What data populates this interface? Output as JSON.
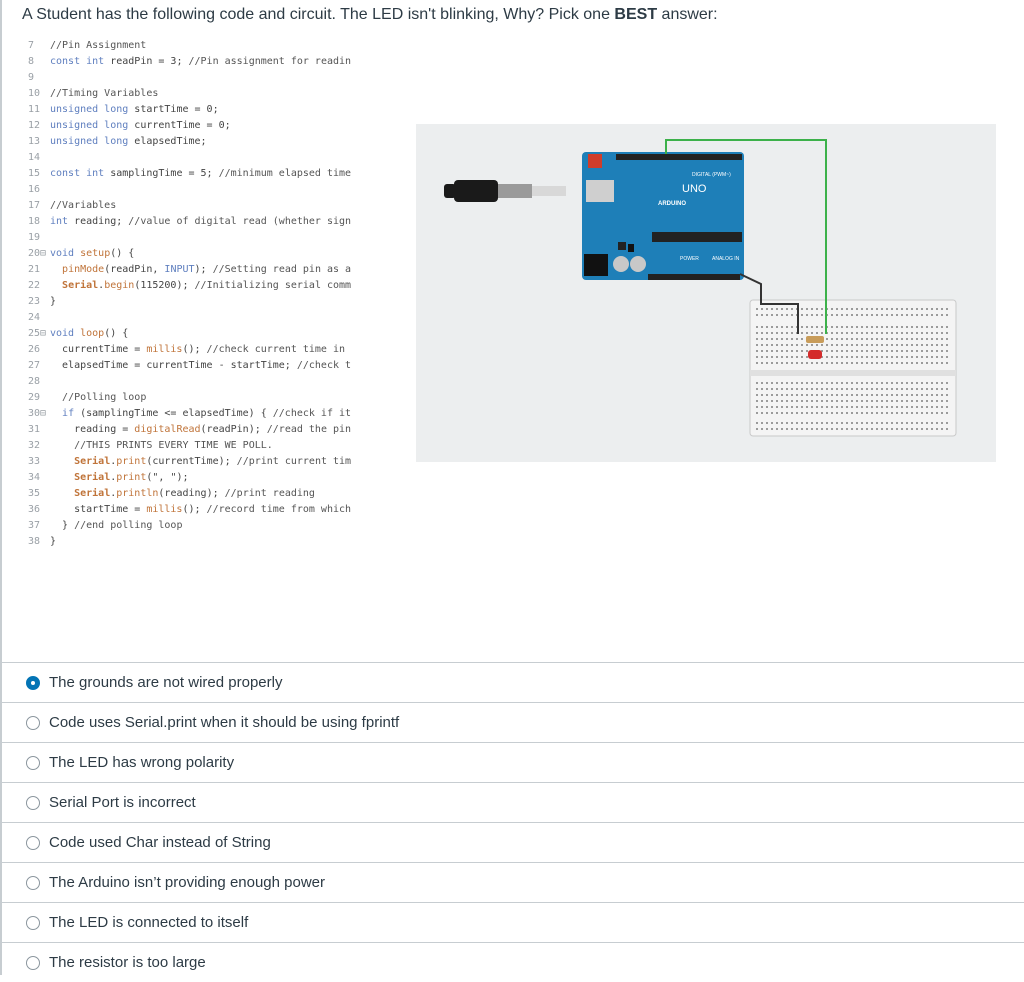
{
  "question": {
    "prefix": "A Student has the following code and circuit. The LED isn't blinking, Why? Pick one ",
    "bold": "BEST",
    "suffix": " answer:"
  },
  "code_lines": [
    {
      "n": "7",
      "parts": [
        {
          "c": "cm",
          "t": "//Pin Assignment"
        }
      ]
    },
    {
      "n": "8",
      "parts": [
        {
          "c": "kw",
          "t": "const int "
        },
        {
          "c": "",
          "t": "readPin = 3; "
        },
        {
          "c": "cm",
          "t": "//Pin assignment for readin"
        }
      ]
    },
    {
      "n": "9",
      "parts": []
    },
    {
      "n": "10",
      "parts": [
        {
          "c": "cm",
          "t": "//Timing Variables"
        }
      ]
    },
    {
      "n": "11",
      "parts": [
        {
          "c": "kw",
          "t": "unsigned long "
        },
        {
          "c": "",
          "t": "startTime = 0;"
        }
      ]
    },
    {
      "n": "12",
      "parts": [
        {
          "c": "kw",
          "t": "unsigned long "
        },
        {
          "c": "",
          "t": "currentTime = 0;"
        }
      ]
    },
    {
      "n": "13",
      "parts": [
        {
          "c": "kw",
          "t": "unsigned long "
        },
        {
          "c": "",
          "t": "elapsedTime;"
        }
      ]
    },
    {
      "n": "14",
      "parts": []
    },
    {
      "n": "15",
      "parts": [
        {
          "c": "kw",
          "t": "const int "
        },
        {
          "c": "",
          "t": "samplingTime = 5; "
        },
        {
          "c": "cm",
          "t": "//minimum elapsed time"
        }
      ]
    },
    {
      "n": "16",
      "parts": []
    },
    {
      "n": "17",
      "parts": [
        {
          "c": "cm",
          "t": "//Variables"
        }
      ]
    },
    {
      "n": "18",
      "parts": [
        {
          "c": "kw",
          "t": "int "
        },
        {
          "c": "",
          "t": "reading; "
        },
        {
          "c": "cm",
          "t": "//value of digital read (whether sign"
        }
      ]
    },
    {
      "n": "19",
      "parts": []
    },
    {
      "n": "20⊟",
      "parts": [
        {
          "c": "kw",
          "t": "void "
        },
        {
          "c": "fn",
          "t": "setup"
        },
        {
          "c": "",
          "t": "() {"
        }
      ]
    },
    {
      "n": "21",
      "parts": [
        {
          "c": "",
          "t": "  "
        },
        {
          "c": "fn",
          "t": "pinMode"
        },
        {
          "c": "",
          "t": "(readPin, "
        },
        {
          "c": "kw",
          "t": "INPUT"
        },
        {
          "c": "",
          "t": "); "
        },
        {
          "c": "cm",
          "t": "//Setting read pin as a"
        }
      ]
    },
    {
      "n": "22",
      "parts": [
        {
          "c": "",
          "t": "  "
        },
        {
          "c": "ser",
          "t": "Serial"
        },
        {
          "c": "",
          "t": "."
        },
        {
          "c": "fn",
          "t": "begin"
        },
        {
          "c": "",
          "t": "(115200); "
        },
        {
          "c": "cm",
          "t": "//Initializing serial comm"
        }
      ]
    },
    {
      "n": "23",
      "parts": [
        {
          "c": "",
          "t": "}"
        }
      ]
    },
    {
      "n": "24",
      "parts": []
    },
    {
      "n": "25⊟",
      "parts": [
        {
          "c": "kw",
          "t": "void "
        },
        {
          "c": "fn",
          "t": "loop"
        },
        {
          "c": "",
          "t": "() {"
        }
      ]
    },
    {
      "n": "26",
      "parts": [
        {
          "c": "",
          "t": "  currentTime = "
        },
        {
          "c": "fn",
          "t": "millis"
        },
        {
          "c": "",
          "t": "(); "
        },
        {
          "c": "cm",
          "t": "//check current time in"
        }
      ]
    },
    {
      "n": "27",
      "parts": [
        {
          "c": "",
          "t": "  elapsedTime = currentTime - startTime; "
        },
        {
          "c": "cm",
          "t": "//check t"
        }
      ]
    },
    {
      "n": "28",
      "parts": []
    },
    {
      "n": "29",
      "parts": [
        {
          "c": "",
          "t": "  "
        },
        {
          "c": "cm",
          "t": "//Polling loop"
        }
      ]
    },
    {
      "n": "30⊟",
      "parts": [
        {
          "c": "",
          "t": "  "
        },
        {
          "c": "kw",
          "t": "if "
        },
        {
          "c": "",
          "t": "(samplingTime <= elapsedTime) { "
        },
        {
          "c": "cm",
          "t": "//check if it"
        }
      ]
    },
    {
      "n": "31",
      "parts": [
        {
          "c": "",
          "t": "    reading = "
        },
        {
          "c": "fn",
          "t": "digitalRead"
        },
        {
          "c": "",
          "t": "(readPin); "
        },
        {
          "c": "cm",
          "t": "//read the pin"
        }
      ]
    },
    {
      "n": "32",
      "parts": [
        {
          "c": "",
          "t": "    "
        },
        {
          "c": "cm",
          "t": "//THIS PRINTS EVERY TIME WE POLL."
        }
      ]
    },
    {
      "n": "33",
      "parts": [
        {
          "c": "",
          "t": "    "
        },
        {
          "c": "ser",
          "t": "Serial"
        },
        {
          "c": "",
          "t": "."
        },
        {
          "c": "fn",
          "t": "print"
        },
        {
          "c": "",
          "t": "(currentTime); "
        },
        {
          "c": "cm",
          "t": "//print current tim"
        }
      ]
    },
    {
      "n": "34",
      "parts": [
        {
          "c": "",
          "t": "    "
        },
        {
          "c": "ser",
          "t": "Serial"
        },
        {
          "c": "",
          "t": "."
        },
        {
          "c": "fn",
          "t": "print"
        },
        {
          "c": "",
          "t": "(\", \");"
        }
      ]
    },
    {
      "n": "35",
      "parts": [
        {
          "c": "",
          "t": "    "
        },
        {
          "c": "ser",
          "t": "Serial"
        },
        {
          "c": "",
          "t": "."
        },
        {
          "c": "fn",
          "t": "println"
        },
        {
          "c": "",
          "t": "(reading); "
        },
        {
          "c": "cm",
          "t": "//print reading"
        }
      ]
    },
    {
      "n": "36",
      "parts": [
        {
          "c": "",
          "t": "    startTime = "
        },
        {
          "c": "fn",
          "t": "millis"
        },
        {
          "c": "",
          "t": "(); "
        },
        {
          "c": "cm",
          "t": "//record time from which"
        }
      ]
    },
    {
      "n": "37",
      "parts": [
        {
          "c": "",
          "t": "  } "
        },
        {
          "c": "cm",
          "t": "//end polling loop"
        }
      ]
    },
    {
      "n": "38",
      "parts": [
        {
          "c": "",
          "t": "}"
        }
      ]
    }
  ],
  "circuit": {
    "board_label": "UNO",
    "brand": "ARDUINO",
    "digital_label": "DIGITAL (PWM~)",
    "power_label": "POWER",
    "analog_label": "ANALOG IN",
    "colors": {
      "board": "#1e7fb8",
      "wire_green": "#3cb14a",
      "wire_black": "#333333",
      "led": "#d42b2b"
    }
  },
  "answers": [
    {
      "label": "The grounds are not wired properly",
      "selected": true
    },
    {
      "label": "Code uses Serial.print when it should be using fprintf",
      "selected": false
    },
    {
      "label": "The LED has wrong polarity",
      "selected": false
    },
    {
      "label": "Serial Port is incorrect",
      "selected": false
    },
    {
      "label": "Code used Char instead of String",
      "selected": false
    },
    {
      "label": "The Arduino isn’t providing enough power",
      "selected": false
    },
    {
      "label": "The LED is connected to itself",
      "selected": false
    },
    {
      "label": "The resistor is too large",
      "selected": false
    }
  ]
}
